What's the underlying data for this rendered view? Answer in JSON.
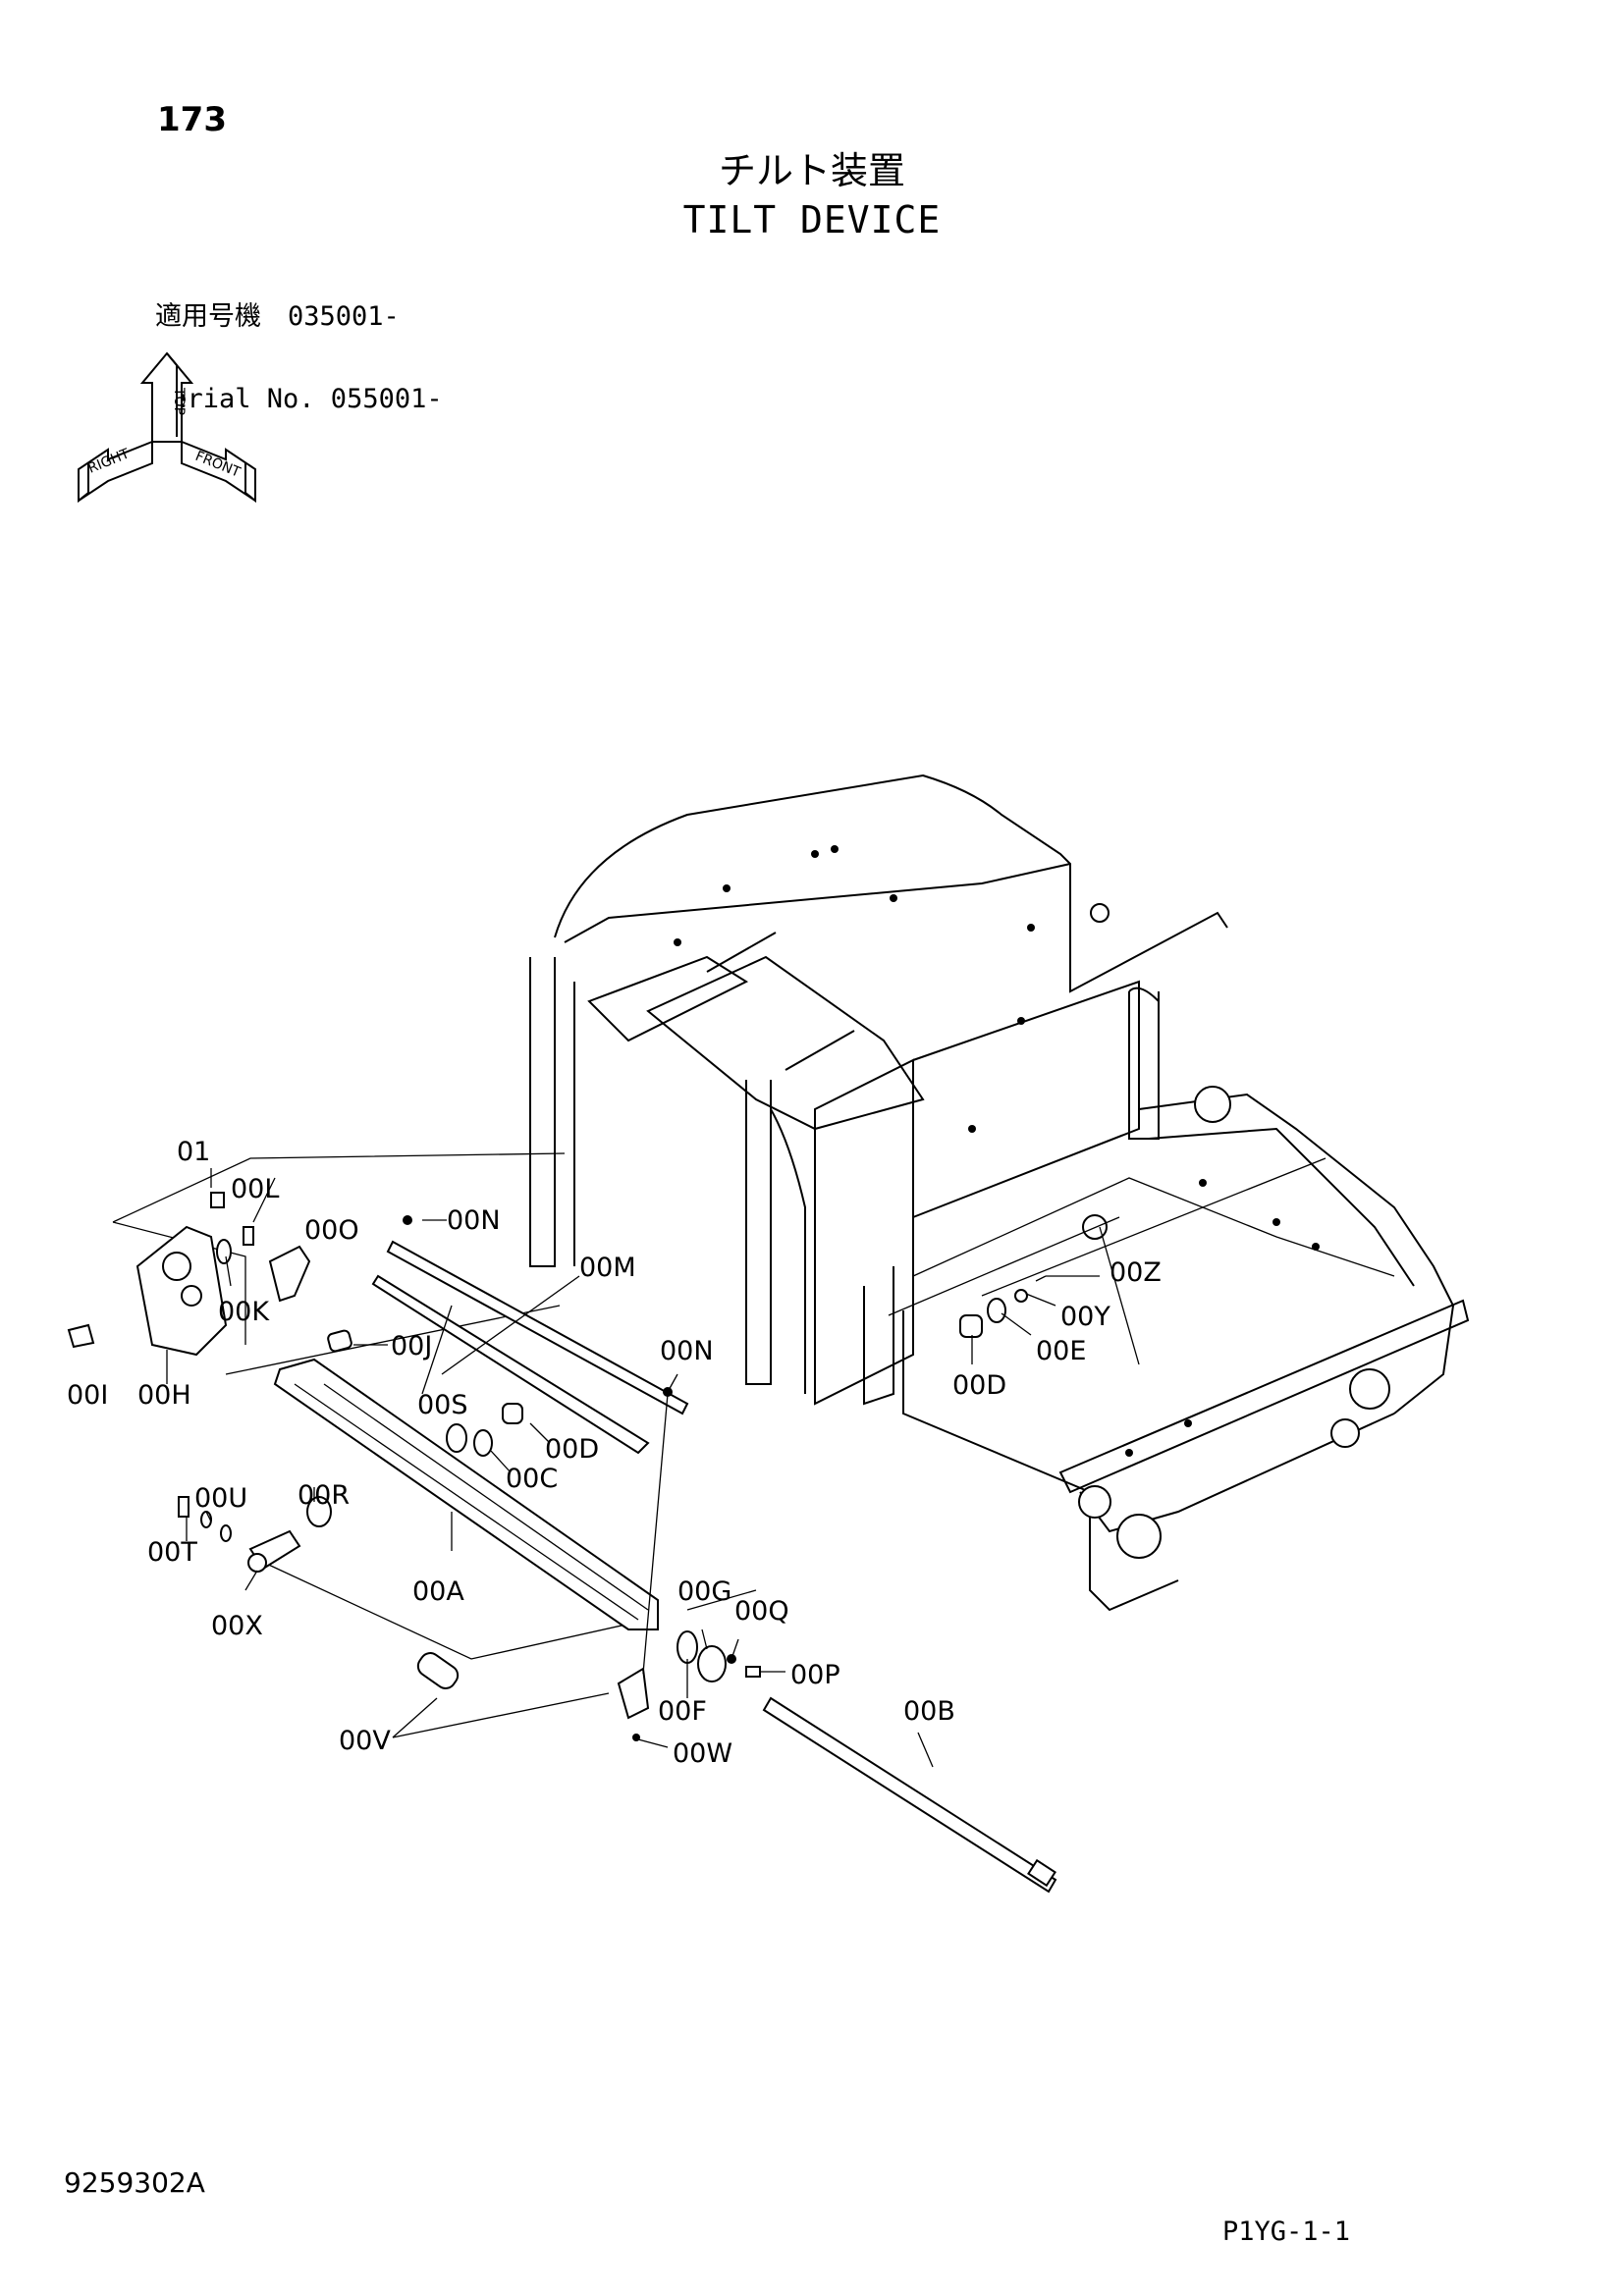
{
  "header": {
    "page_number": "173",
    "title_jp": "チルト装置",
    "title_en": "TILT DEVICE",
    "serial_lines": [
      "適用号機　035001-",
      "Serial No. 055001-"
    ]
  },
  "orientation_indicator": {
    "labels": [
      "TOP",
      "RIGHT",
      "FRONT"
    ]
  },
  "callouts": [
    "01",
    "00L",
    "00O",
    "00N",
    "00M",
    "00K",
    "00J",
    "00I",
    "00H",
    "00S",
    "00N",
    "00D",
    "00C",
    "00U",
    "00R",
    "00T",
    "00X",
    "00A",
    "00G",
    "00Q",
    "00P",
    "00F",
    "00B",
    "00V",
    "00W",
    "00Z",
    "00Y",
    "00E",
    "00D"
  ],
  "footer": {
    "doc_number": "9259302A",
    "page_code": "P1YG-1-1"
  }
}
